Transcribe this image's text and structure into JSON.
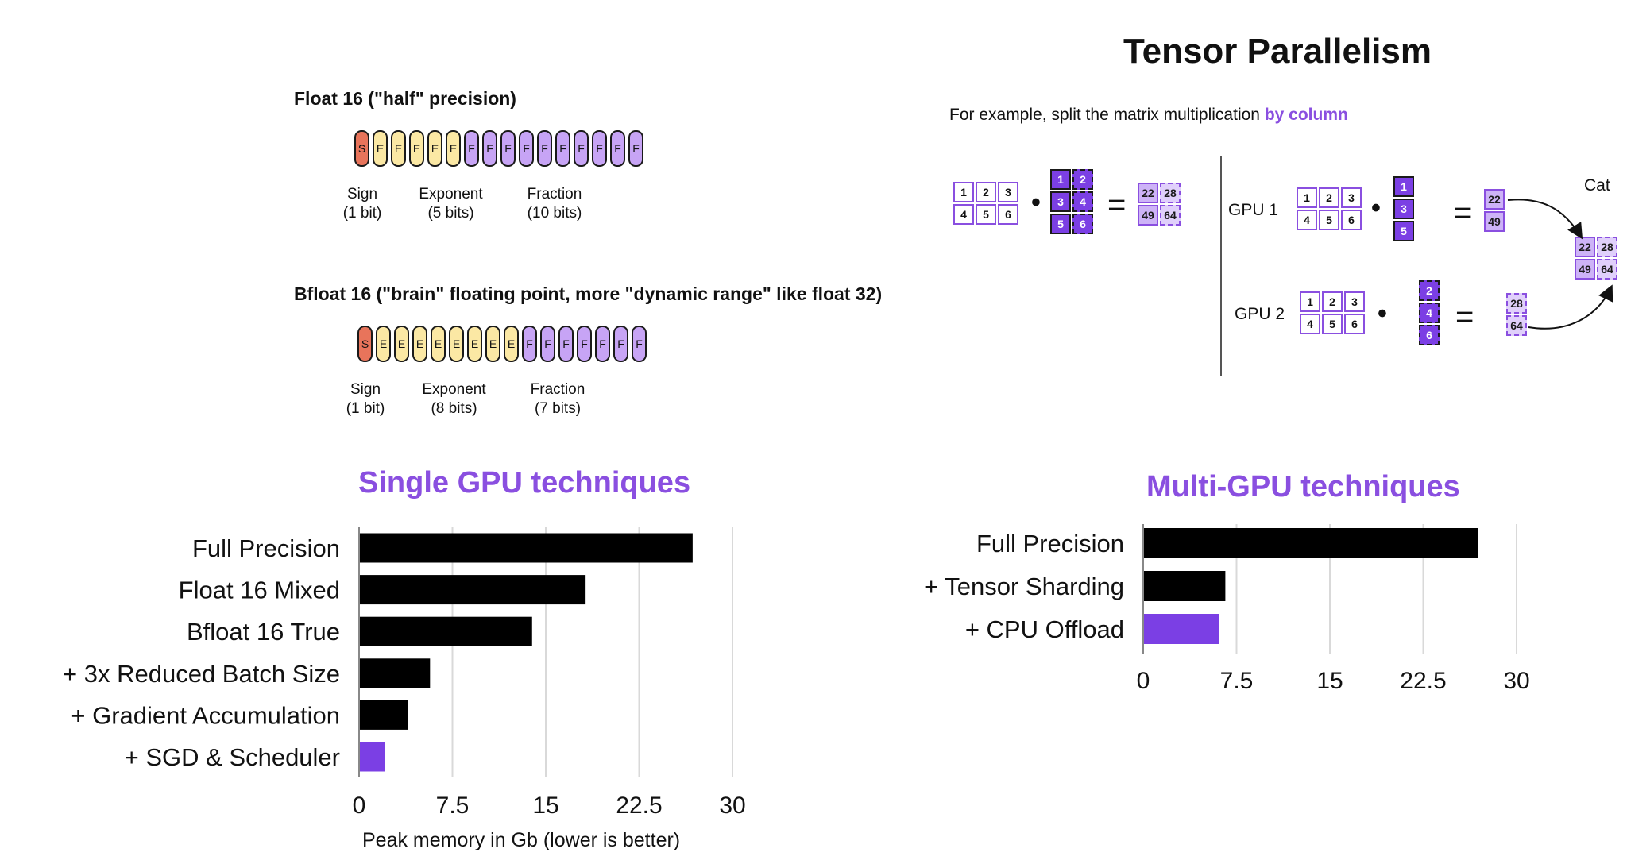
{
  "float16": {
    "title": "Float 16 (\"half\" precision)",
    "bits": [
      "S",
      "E",
      "E",
      "E",
      "E",
      "E",
      "F",
      "F",
      "F",
      "F",
      "F",
      "F",
      "F",
      "F",
      "F",
      "F"
    ],
    "sign": {
      "name": "Sign",
      "size": "(1 bit)"
    },
    "exponent": {
      "name": "Exponent",
      "size": "(5 bits)"
    },
    "fraction": {
      "name": "Fraction",
      "size": "(10 bits)"
    }
  },
  "bfloat16": {
    "title": "Bfloat 16 (\"brain\" floating point, more \"dynamic range\" like float 32)",
    "bits": [
      "S",
      "E",
      "E",
      "E",
      "E",
      "E",
      "E",
      "E",
      "E",
      "F",
      "F",
      "F",
      "F",
      "F",
      "F",
      "F"
    ],
    "sign": {
      "name": "Sign",
      "size": "(1 bit)"
    },
    "exponent": {
      "name": "Exponent",
      "size": "(8 bits)"
    },
    "fraction": {
      "name": "Fraction",
      "size": "(7 bits)"
    }
  },
  "tensor": {
    "title": "Tensor Parallelism",
    "subtitle": "For example, split the matrix multiplication ",
    "subtitle_highlight": "by column",
    "matrix_a": [
      "1",
      "2",
      "3",
      "4",
      "5",
      "6"
    ],
    "matrix_b": [
      "1",
      "2",
      "3",
      "4",
      "5",
      "6"
    ],
    "result": [
      "22",
      "28",
      "49",
      "64"
    ],
    "gpu1": {
      "label": "GPU 1",
      "b_col": [
        "1",
        "3",
        "5"
      ],
      "result": [
        "22",
        "49"
      ]
    },
    "gpu2": {
      "label": "GPU 2",
      "b_col": [
        "2",
        "4",
        "6"
      ],
      "result": [
        "28",
        "64"
      ]
    },
    "cat_label": "Cat",
    "ops": {
      "dot": "•",
      "equals": "="
    },
    "colors": {
      "accent": "#7b3fe4",
      "light": "#cdb3f7"
    }
  },
  "chart_data": [
    {
      "type": "bar",
      "orientation": "horizontal",
      "title": "Single GPU techniques",
      "categories": [
        "Full Precision",
        "Float 16 Mixed",
        "Bfloat 16 True",
        "+ 3x Reduced Batch Size",
        "+ Gradient Accumulation",
        "+ SGD & Scheduler"
      ],
      "values": [
        26.8,
        18.2,
        13.9,
        5.7,
        3.9,
        2.1
      ],
      "highlight_index": 5,
      "xlabel": "Peak memory in Gb (lower is better)",
      "ylabel": "",
      "xlim": [
        0,
        30
      ],
      "xticks": [
        "0",
        "7.5",
        "15",
        "22.5",
        "30"
      ],
      "grid": true,
      "colors": {
        "bar": "#000000",
        "highlight": "#7b3fe4"
      }
    },
    {
      "type": "bar",
      "orientation": "horizontal",
      "title": "Multi-GPU techniques",
      "categories": [
        "Full Precision",
        "+ Tensor Sharding",
        "+ CPU Offload"
      ],
      "values": [
        26.9,
        6.6,
        6.1
      ],
      "highlight_index": 2,
      "xlabel": "",
      "ylabel": "",
      "xlim": [
        0,
        30
      ],
      "xticks": [
        "0",
        "7.5",
        "15",
        "22.5",
        "30"
      ],
      "grid": true,
      "colors": {
        "bar": "#000000",
        "highlight": "#7b3fe4"
      }
    }
  ]
}
